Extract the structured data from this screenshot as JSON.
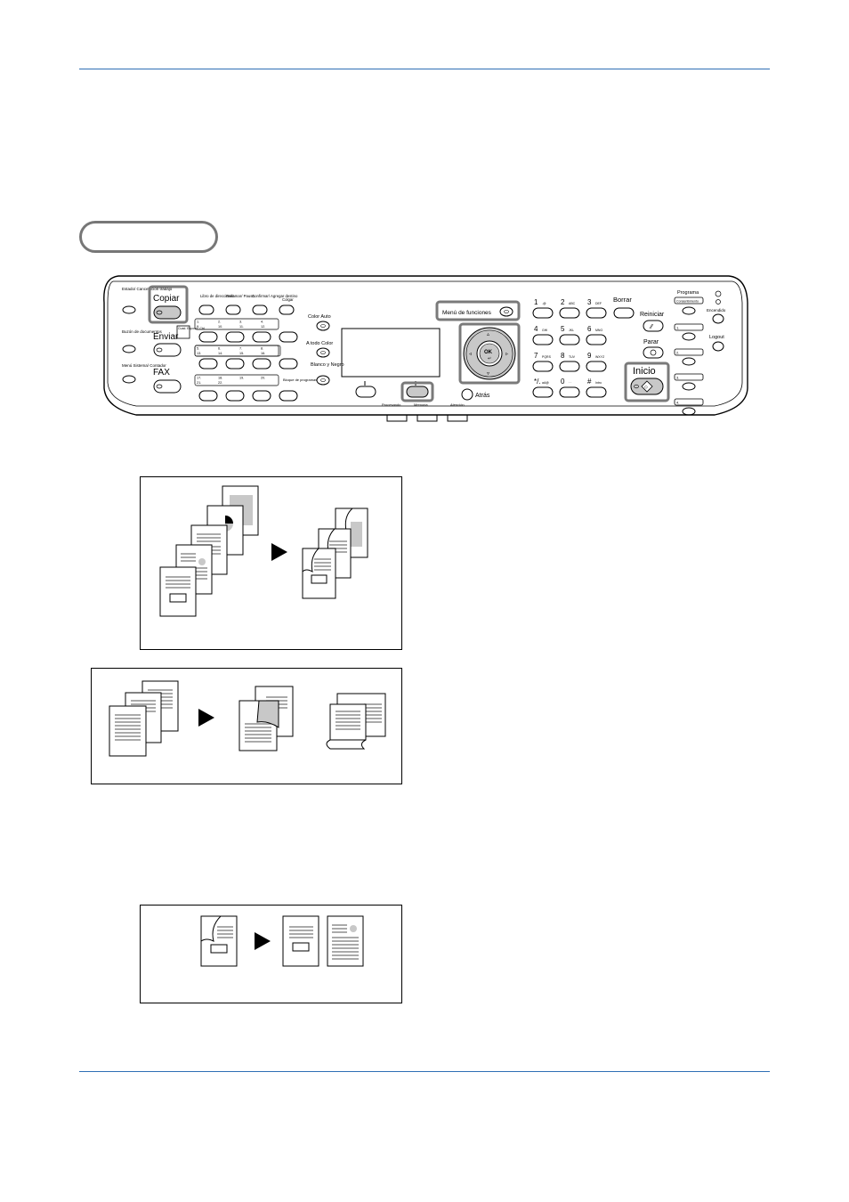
{
  "panel": {
    "left_buttons": [
      "Estado/ Cancelación trabajo",
      "Buzón de documentos",
      "Menú Sistema/ Contador"
    ],
    "mode_buttons": [
      "Copiar",
      "Enviar",
      "FAX"
    ],
    "mode_small_label": "Cuad. Exposic. Ctrl.",
    "one_touch_headers": [
      "Libro de direcciones",
      "Rellamar/ Pausa",
      "Confirmar/ Agregar destino",
      "Colgar"
    ],
    "one_touch_rows": [
      [
        "1.",
        "2.",
        "3.",
        "4.",
        "9.",
        "10.",
        "11.",
        "12."
      ],
      [
        "5.",
        "6.",
        "7.",
        "8.",
        "13.",
        "14.",
        "15.",
        "16."
      ],
      [
        "17.",
        "18.",
        "19.",
        "20.",
        "21.",
        "22."
      ]
    ],
    "bloque_label": "Bloque de programas",
    "color_labels": [
      "Color Auto",
      "A todo Color",
      "Blanco y Negro"
    ],
    "menu_funciones": "Menú de funciones",
    "ok_label": "OK",
    "atras": "Atrás",
    "bottom_labels": [
      "Procesando",
      "Memoria",
      "Atención"
    ],
    "keypad": [
      {
        "num": "1",
        "sub": ".@"
      },
      {
        "num": "2",
        "sub": "ABC"
      },
      {
        "num": "3",
        "sub": "DEF"
      },
      {
        "num": "4",
        "sub": "GHI"
      },
      {
        "num": "5",
        "sub": "JKL"
      },
      {
        "num": "6",
        "sub": "MNO"
      },
      {
        "num": "7",
        "sub": "PQRS"
      },
      {
        "num": "8",
        "sub": "TUV"
      },
      {
        "num": "9",
        "sub": "WXYZ"
      },
      {
        "num": "*/.",
        "sub": "aA@"
      },
      {
        "num": "0",
        "sub": "· ·"
      },
      {
        "num": "#",
        "sub": "Intro"
      }
    ],
    "borrar": "Borrar",
    "reiniciar": "Reiniciar",
    "parar": "Parar",
    "inicio": "Inicio",
    "programa": "Programa",
    "programa_sub": "Consentimiento",
    "program_keys": [
      "1.",
      "2.",
      "3.",
      "4."
    ],
    "encendido": "Encendido",
    "logout": "Logout"
  },
  "colors": {
    "rule": "#2f6fb5",
    "highlight": "#7a7a7a",
    "gray_fill": "#c8c8c8"
  }
}
